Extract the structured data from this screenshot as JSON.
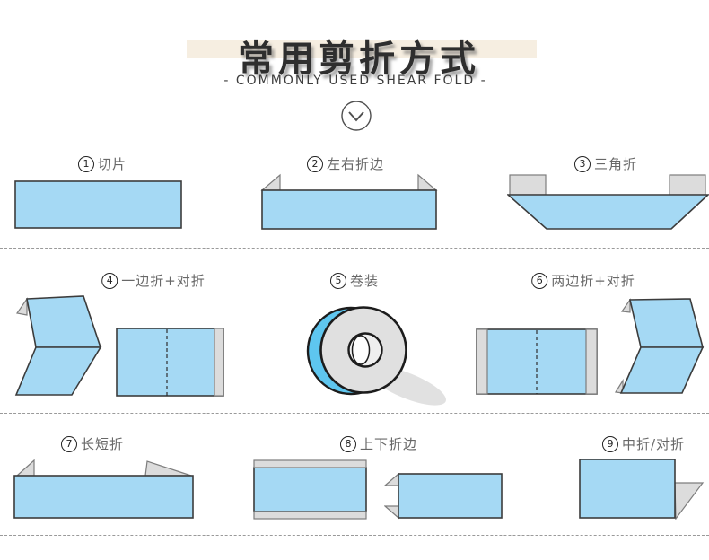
{
  "header": {
    "title": "常用剪折方式",
    "subtitle": "- COMMONLY USED SHEAR FOLD -",
    "icon": "chevron-down-circle"
  },
  "items": [
    {
      "num": "1",
      "label": "切片"
    },
    {
      "num": "2",
      "label": "左右折边"
    },
    {
      "num": "3",
      "label": "三角折"
    },
    {
      "num": "4",
      "label": "一边折+对折"
    },
    {
      "num": "5",
      "label": "卷装"
    },
    {
      "num": "6",
      "label": "两边折+对折"
    },
    {
      "num": "7",
      "label": "长短折"
    },
    {
      "num": "8",
      "label": "上下折边"
    },
    {
      "num": "9",
      "label": "中折/对折"
    }
  ],
  "colors": {
    "sheet_blue": "#a5d9f4",
    "roll_blue": "#5ec6ef",
    "fold_gray": "#dcdcdc",
    "outline": "#3c3c3c",
    "band": "#f6eee1",
    "label": "#686868",
    "dash": "#9a9a9a",
    "title": "#2e2e2e"
  }
}
